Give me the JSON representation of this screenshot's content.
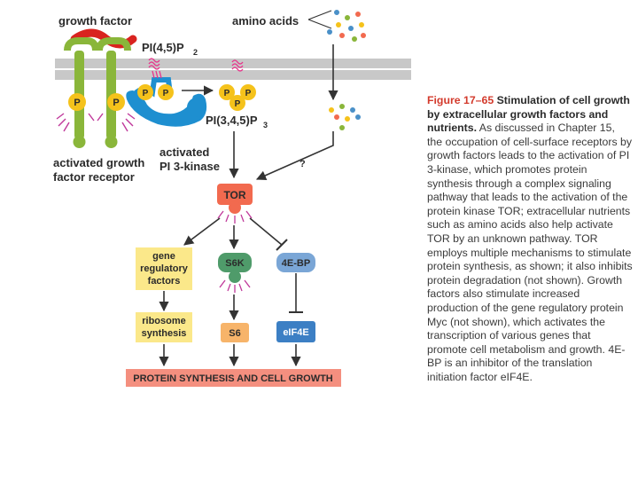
{
  "diagram": {
    "growth_factor": "growth factor",
    "amino_acids": "amino acids",
    "pip2": "PI(4,5)P",
    "pip2_sub": "2",
    "pip3": "PI(3,4,5)P",
    "pip3_sub": "3",
    "activated_receptor_line1": "activated growth",
    "activated_receptor_line2": "factor receptor",
    "activated_pi3k_line1": "activated",
    "activated_pi3k_line2": "PI 3-kinase",
    "unknown": "?",
    "phosphate": "P",
    "tor": "TOR",
    "gene_reg_line1": "gene",
    "gene_reg_line2": "regulatory",
    "gene_reg_line3": "factors",
    "s6k": "S6K",
    "four_ebp": "4E-BP",
    "ribosome_line1": "ribosome",
    "ribosome_line2": "synthesis",
    "s6": "S6",
    "eif4e": "eIF4E",
    "outcome": "PROTEIN SYNTHESIS AND CELL GROWTH"
  },
  "caption": {
    "label": "Figure 17–65",
    "title": "Stimulation of cell growth by extracellular growth factors and nutrients.",
    "body": "As discussed in Chapter 15, the occupation of cell-surface receptors by growth factors leads to the activation of PI 3-kinase, which promotes protein synthesis through a complex signaling pathway that leads to the activation of the protein kinase TOR; extracellular nutrients such as amino acids also help activate TOR by an unknown pathway. TOR employs multiple mechanisms to stimulate protein synthesis, as shown; it also inhibits protein degradation (not shown). Growth factors also stimulate increased production of the gene regulatory protein Myc (not shown), which activates the transcription of various genes that promote cell metabolism and growth. 4E-BP is an inhibitor of the translation initiation factor eIF4E."
  },
  "colors": {
    "membrane": "#c8c8c8",
    "receptor": "#8ab63a",
    "growth_factor": "#d9231f",
    "phosphate": "#f5c21b",
    "pi3k": "#1e8fd0",
    "lipid_head": "#e8338a",
    "tor": "#f26a4f",
    "s6k": "#4f9b6a",
    "four_ebp": "#7aa6d6",
    "yellow_box": "#fbe88a",
    "s6": "#f7b46a",
    "eif4e": "#3c7fc4",
    "outcome_box": "#f48f7f",
    "rays": "#c0389a"
  }
}
